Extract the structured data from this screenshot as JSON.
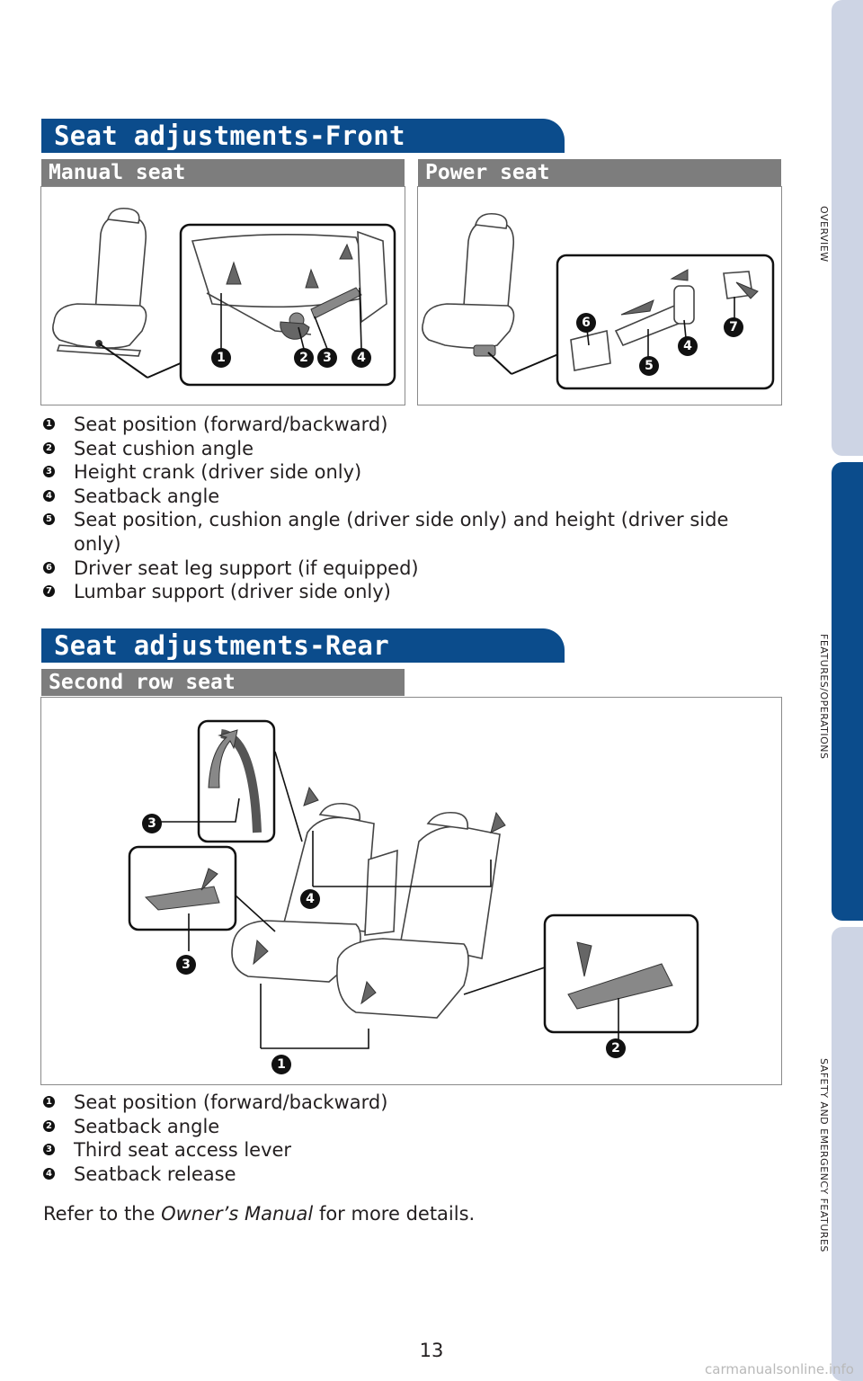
{
  "front": {
    "title": "Seat adjustments-Front",
    "manual_label": "Manual seat",
    "power_label": "Power seat",
    "items": [
      {
        "num": "1",
        "text": "Seat position (forward/backward)"
      },
      {
        "num": "2",
        "text": "Seat cushion angle"
      },
      {
        "num": "3",
        "text": "Height crank (driver side only)"
      },
      {
        "num": "4",
        "text": "Seatback angle"
      },
      {
        "num": "5",
        "text": "Seat position, cushion angle (driver side only) and height (driver side only)"
      },
      {
        "num": "6",
        "text": "Driver seat leg support (if equipped)"
      },
      {
        "num": "7",
        "text": "Lumbar support (driver side only)"
      }
    ],
    "manual_callouts": [
      "1",
      "2",
      "3",
      "4"
    ],
    "power_callouts": [
      "6",
      "5",
      "4",
      "7"
    ]
  },
  "rear": {
    "title": "Seat adjustments-Rear",
    "second_row_label": "Second row seat",
    "items": [
      {
        "num": "1",
        "text": "Seat position (forward/backward)"
      },
      {
        "num": "2",
        "text": "Seatback angle"
      },
      {
        "num": "3",
        "text": "Third seat access lever"
      },
      {
        "num": "4",
        "text": "Seatback release"
      }
    ],
    "callouts": [
      "3",
      "4",
      "3",
      "1",
      "2"
    ]
  },
  "footer": {
    "prefix": "Refer to the ",
    "emph": "Owner’s Manual",
    "suffix": " for more details."
  },
  "side_tabs": [
    "OVERVIEW",
    "FEATURES/OPERATIONS",
    "SAFETY AND EMERGENCY FEATURES"
  ],
  "page_number": "13",
  "watermark": "carmanualsonline.info",
  "colors": {
    "brand_blue": "#0b4c8c",
    "subhead_gray": "#7d7d7d",
    "tab_light": "#cdd4e4"
  }
}
